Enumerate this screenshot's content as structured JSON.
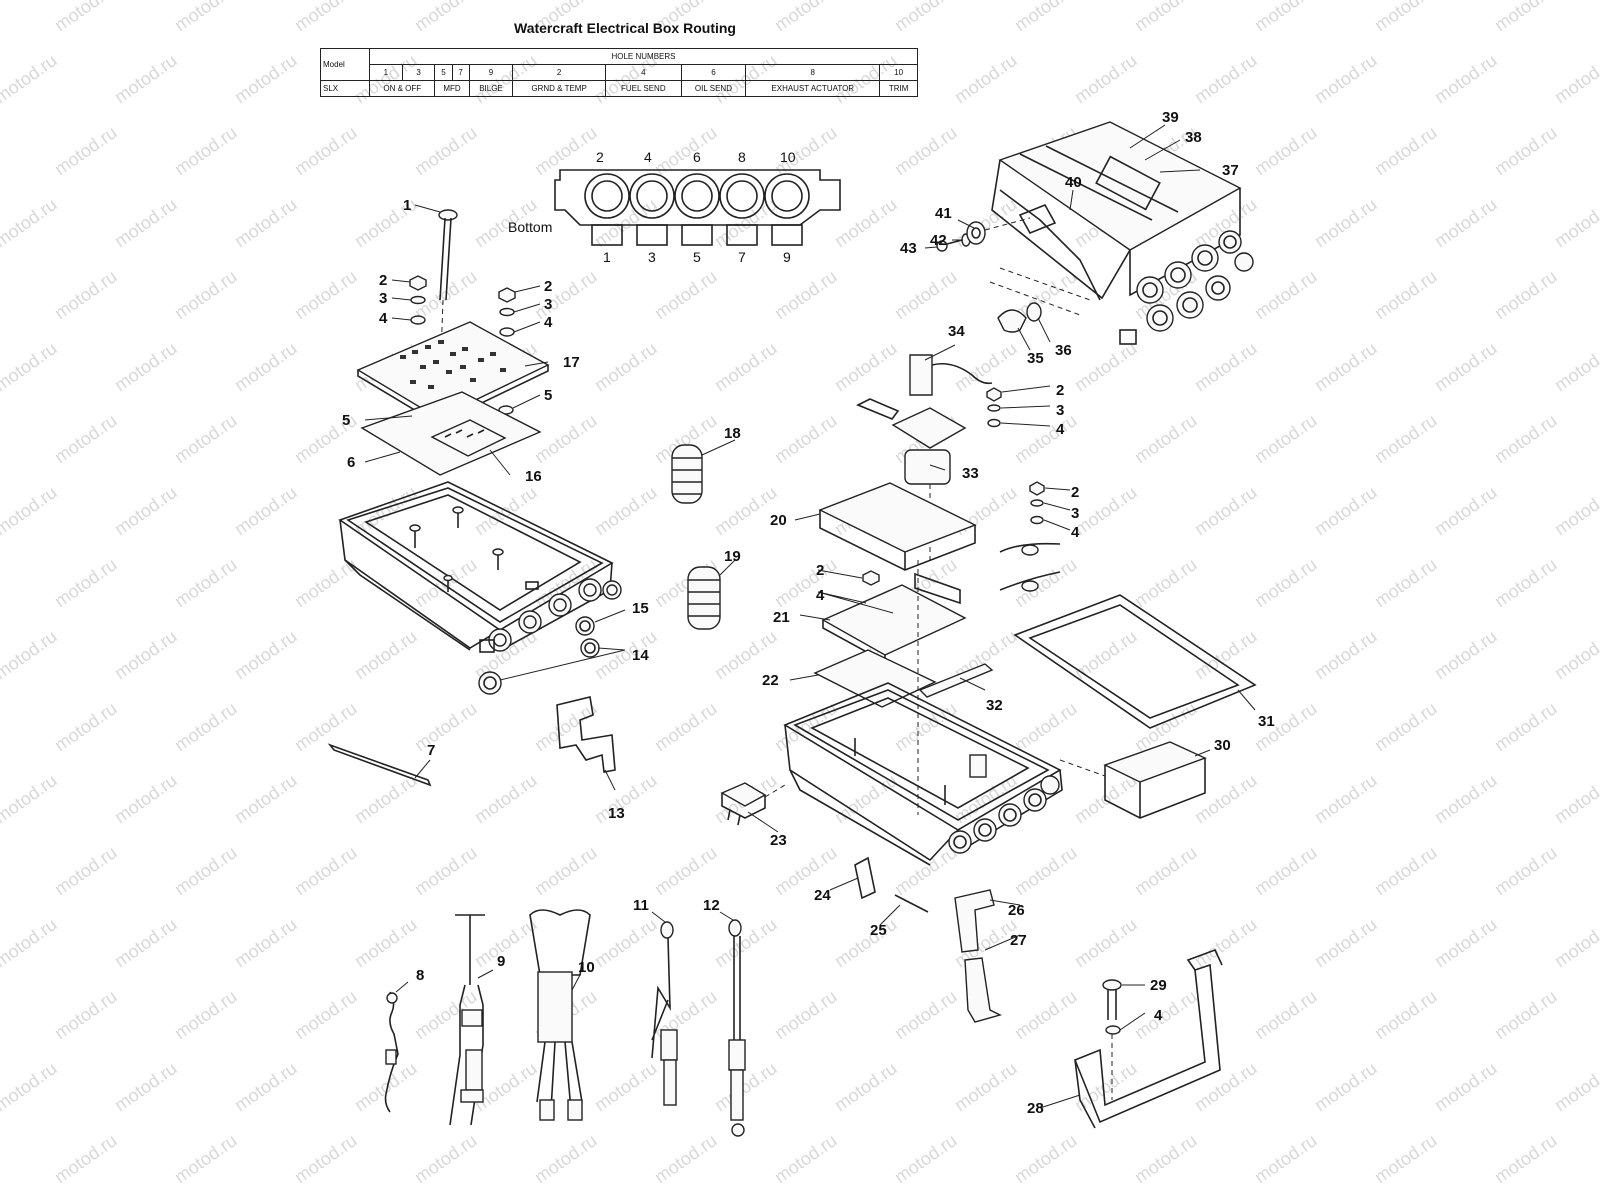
{
  "title": "Watercraft Electrical Box Routing",
  "watermark": "motod.ru",
  "routing_table": {
    "model_header": "Model",
    "hole_numbers_header": "HOLE NUMBERS",
    "hole_numbers": [
      "1",
      "3",
      "5",
      "7",
      "9",
      "2",
      "4",
      "6",
      "8",
      "10"
    ],
    "rows": [
      {
        "model": "SLX",
        "cells": [
          {
            "text": "ON & OFF",
            "span": 2
          },
          {
            "text": "MFD",
            "span": 2
          },
          {
            "text": "BILGE",
            "span": 1
          },
          {
            "text": "GRND & TEMP",
            "span": 1
          },
          {
            "text": "FUEL SEND",
            "span": 1
          },
          {
            "text": "OIL SEND",
            "span": 1
          },
          {
            "text": "EXHAUST ACTUATOR",
            "span": 1
          },
          {
            "text": "TRIM",
            "span": 1
          }
        ]
      }
    ]
  },
  "bottom_view": {
    "label": "Bottom",
    "top_numbers": [
      "2",
      "4",
      "6",
      "8",
      "10"
    ],
    "bottom_numbers": [
      "1",
      "3",
      "5",
      "7",
      "9"
    ]
  },
  "callouts": {
    "c1": "1",
    "c2a": "2",
    "c3a": "3",
    "c4a": "4",
    "c2b": "2",
    "c3b": "3",
    "c4b": "4",
    "c17": "17",
    "c5a": "5",
    "c5b": "5",
    "c6": "6",
    "c16": "16",
    "c15": "15",
    "c14": "14",
    "c7": "7",
    "c13": "13",
    "c18": "18",
    "c19": "19",
    "c20": "20",
    "c2c": "2",
    "c4c": "4",
    "c21": "21",
    "c22": "22",
    "c32": "32",
    "c31": "31",
    "c30": "30",
    "c23": "23",
    "c24": "24",
    "c25": "25",
    "c26": "26",
    "c27": "27",
    "c28": "28",
    "c29": "29",
    "c4d": "4",
    "c8": "8",
    "c9": "9",
    "c10": "10",
    "c11": "11",
    "c12": "12",
    "c33": "33",
    "c34": "34",
    "c2d": "2",
    "c3d": "3",
    "c4e": "4",
    "c2e": "2",
    "c3e": "3",
    "c4f": "4",
    "c35": "35",
    "c36": "36",
    "c37": "37",
    "c38": "38",
    "c39": "39",
    "c40": "40",
    "c41": "41",
    "c42": "42",
    "c43": "43"
  }
}
